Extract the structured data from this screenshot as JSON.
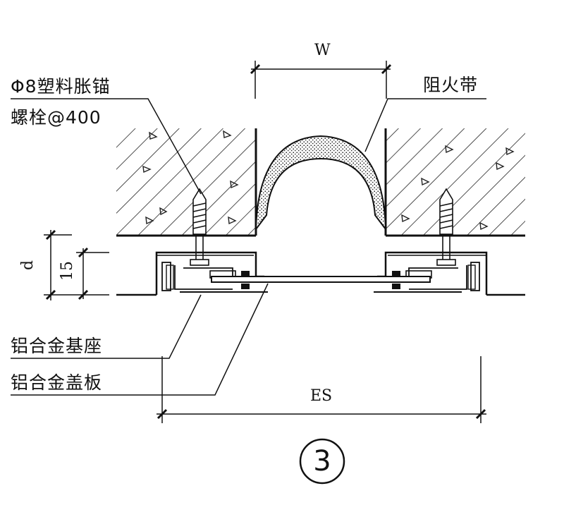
{
  "labels": {
    "anchor_bolt_line1": "Φ8塑料胀锚",
    "anchor_bolt_line2": "螺栓@400",
    "fire_strip": "阻火带",
    "base": "铝合金基座",
    "cover_plate": "铝合金盖板"
  },
  "dimensions": {
    "gap_width": "W",
    "depth": "d",
    "fifteen": "15",
    "overall_span": "ES"
  },
  "detail_number": "3"
}
